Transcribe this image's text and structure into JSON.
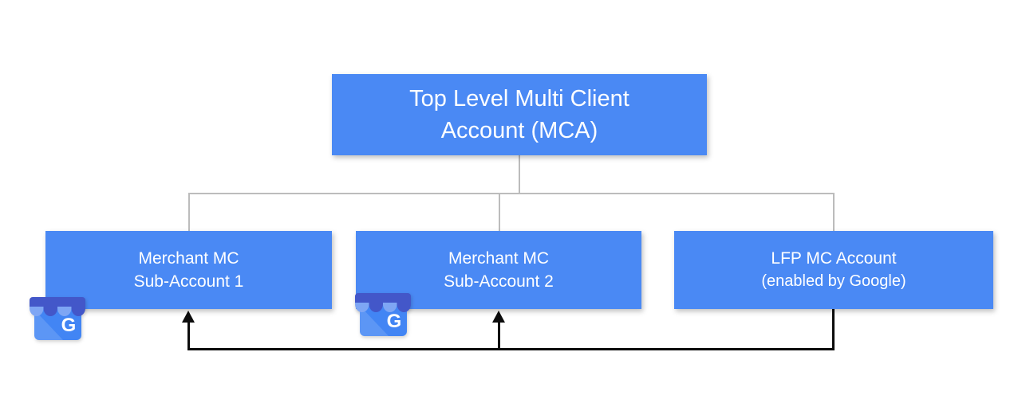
{
  "diagram": {
    "title_node": {
      "line1": "Top Level Multi Client",
      "line2": "Account (MCA)"
    },
    "sub_account_1": {
      "line1": "Merchant MC",
      "line2": "Sub-Account 1"
    },
    "sub_account_2": {
      "line1": "Merchant MC",
      "line2": "Sub-Account 2"
    },
    "lfp_node": {
      "line1": "LFP MC Account",
      "line2": "(enabled by Google)"
    },
    "icon": {
      "name": "google-business-profile-icon",
      "letter": "G"
    },
    "colors": {
      "box_blue": "#4a89f4",
      "text_white": "#ffffff",
      "connector_gray": "#bcbcbc",
      "connector_black": "#0c0c0c",
      "awning_dark": "#4357c9",
      "awning_light": "#7ea6f4",
      "body_blue": "#4285f4"
    }
  }
}
